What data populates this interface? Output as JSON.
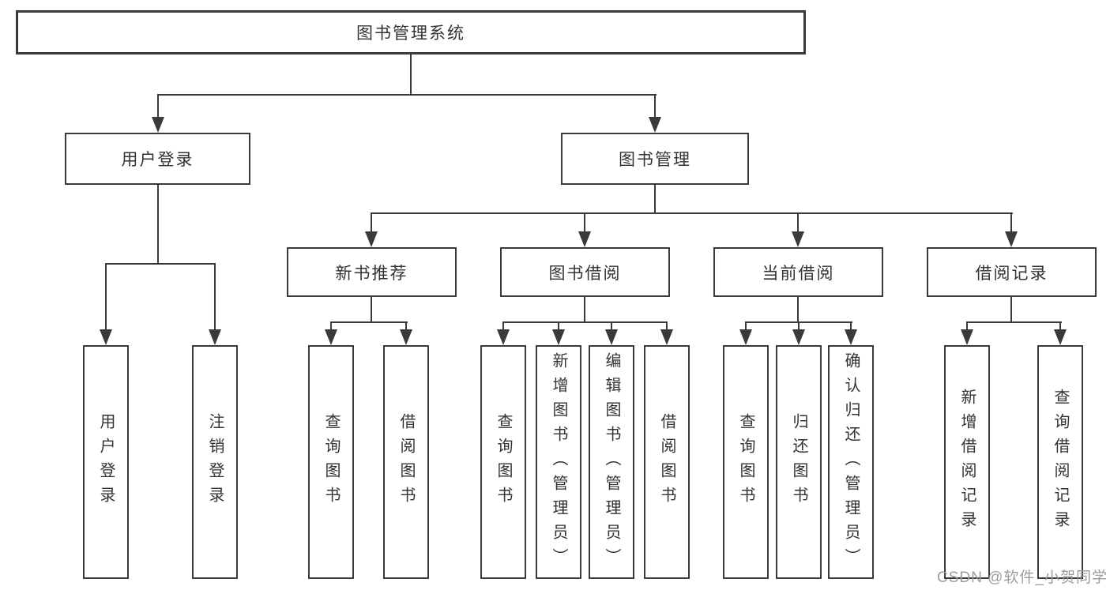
{
  "tree": {
    "label": "图书管理系统",
    "children": [
      {
        "label": "用户登录",
        "children": [
          {
            "label": "用户登录"
          },
          {
            "label": "注销登录"
          }
        ]
      },
      {
        "label": "图书管理",
        "children": [
          {
            "label": "新书推荐",
            "children": [
              {
                "label": "查询图书"
              },
              {
                "label": "借阅图书"
              }
            ]
          },
          {
            "label": "图书借阅",
            "children": [
              {
                "label": "查询图书"
              },
              {
                "label": "新增图书（管理员）"
              },
              {
                "label": "编辑图书（管理员）"
              },
              {
                "label": "借阅图书"
              }
            ]
          },
          {
            "label": "当前借阅",
            "children": [
              {
                "label": "查询图书"
              },
              {
                "label": "归还图书"
              },
              {
                "label": "确认归还（管理员）"
              }
            ]
          },
          {
            "label": "借阅记录",
            "children": [
              {
                "label": "新增借阅记录"
              },
              {
                "label": "查询借阅记录"
              }
            ]
          }
        ]
      }
    ]
  },
  "watermark": "CSDN @软件_小贺同学",
  "colors": {
    "line": "#3a3a3a",
    "text": "#333333",
    "watermark": "#9c9c9c",
    "background": "#ffffff"
  }
}
